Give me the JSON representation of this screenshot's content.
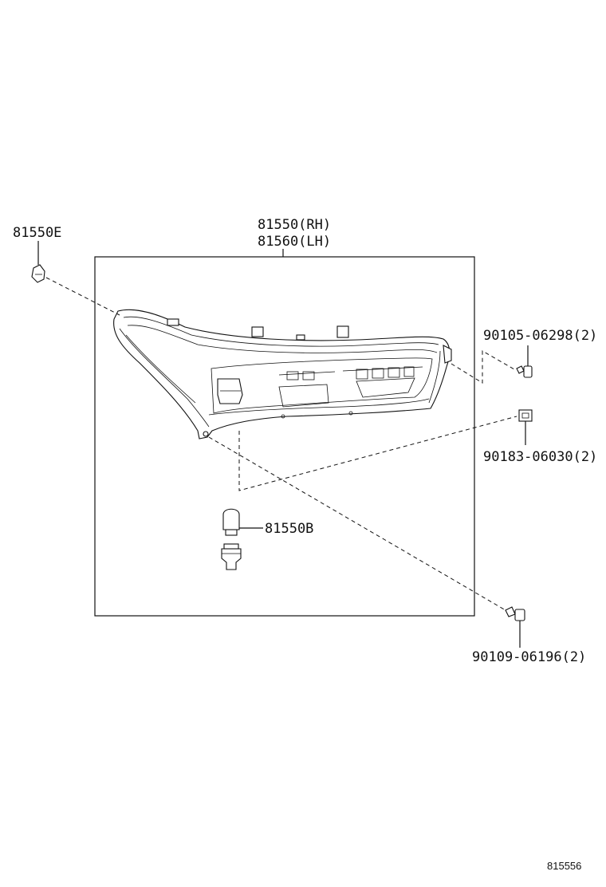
{
  "labels": {
    "lamp_rh": "81550(RH)",
    "lamp_lh": "81560(LH)",
    "clip": "81550E",
    "bulb": "81550B",
    "screw_top": "90105-06298(2)",
    "nut": "90183-06030(2)",
    "screw_bottom": "90109-06196(2)",
    "figure_id": "815556"
  },
  "colors": {
    "line": "#111111",
    "background": "#ffffff"
  }
}
